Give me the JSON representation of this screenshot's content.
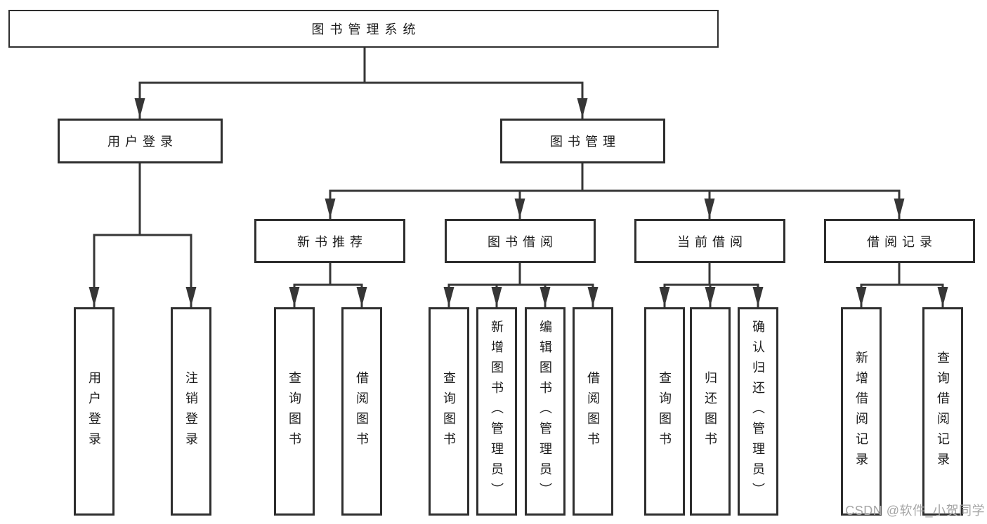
{
  "tree": {
    "label": "图书管理系统",
    "children": [
      {
        "label": "用户登录",
        "children": [
          {
            "label": "用户登录"
          },
          {
            "label": "注销登录"
          }
        ]
      },
      {
        "label": "图书管理",
        "children": [
          {
            "label": "新书推荐",
            "children": [
              {
                "label": "查询图书"
              },
              {
                "label": "借阅图书"
              }
            ]
          },
          {
            "label": "图书借阅",
            "children": [
              {
                "label": "查询图书"
              },
              {
                "label": "新增图书（管理员）"
              },
              {
                "label": "编辑图书（管理员）"
              },
              {
                "label": "借阅图书"
              }
            ]
          },
          {
            "label": "当前借阅",
            "children": [
              {
                "label": "查询图书"
              },
              {
                "label": "归还图书"
              },
              {
                "label": "确认归还（管理员）"
              }
            ]
          },
          {
            "label": "借阅记录",
            "children": [
              {
                "label": "新增借阅记录"
              },
              {
                "label": "查询借阅记录"
              }
            ]
          }
        ]
      }
    ]
  },
  "watermark": {
    "text": "CSDN @软件_小贺同学"
  },
  "colors": {
    "line": "#363636",
    "box_border": "#2e2e2e",
    "text": "#1b1b1b",
    "watermark": "#a5a5a5",
    "background": "#ffffff"
  }
}
